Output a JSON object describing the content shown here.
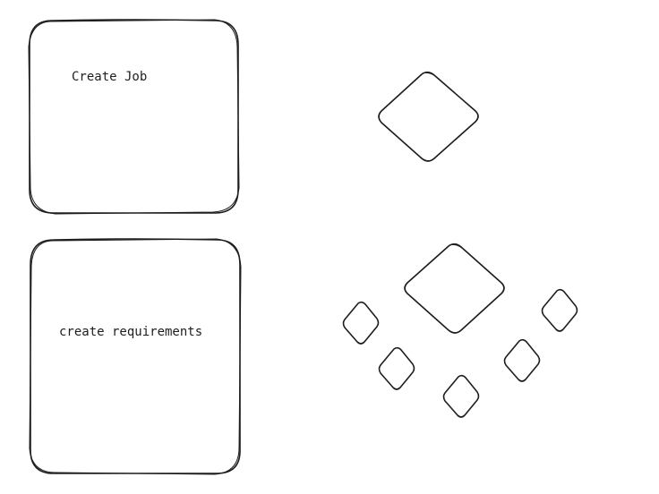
{
  "canvas": {
    "background": "#ffffff",
    "stroke_color": "#1e1e1e"
  },
  "boxes": [
    {
      "id": "create-job",
      "label": "Create Job"
    },
    {
      "id": "create-requirements",
      "label": "create requirements"
    }
  ],
  "diamonds": {
    "large_count": 2,
    "small_count": 5
  }
}
